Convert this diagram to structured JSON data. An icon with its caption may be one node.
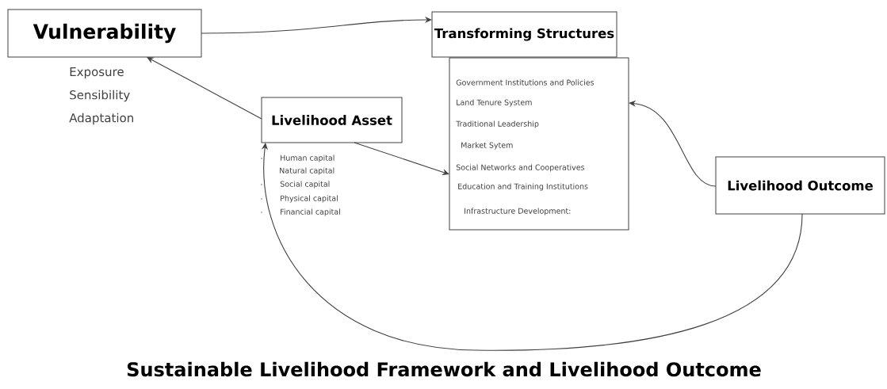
{
  "diagram": {
    "title": "Sustainable Livelihood Framework and Livelihood Outcome",
    "nodes": [
      {
        "text": [
          "Vulnerability"
        ],
        "beside": [
          "Exposure",
          "Sensibility",
          "Adaptation"
        ]
      },
      {
        "text": [
          "Transforming Structures"
        ]
      },
      {
        "text": [
          "Government Institutions and Policies",
          "Land Tenure System",
          "Traditional Leadership",
          "Market Sytem",
          "Social Networks and Cooperatives",
          "Education and Training Institutions",
          "Infrastructure Development:"
        ]
      },
      {
        "text": [
          "Livelihood Asset"
        ],
        "beside": [
          "Human capital",
          "Natural capital",
          "Social capital",
          "Physical capital",
          "Financial capital"
        ]
      },
      {
        "text": [
          "Livelihood Outcome"
        ]
      }
    ],
    "edges": [
      {
        "from": 0,
        "to": 1,
        "arrow": "to"
      },
      {
        "from": 3,
        "to": 0,
        "arrow": "to"
      },
      {
        "from": 3,
        "to": 2,
        "arrow": "to"
      },
      {
        "from": 4,
        "to": 2,
        "arrow": "to"
      },
      {
        "from": 4,
        "to": 3,
        "arrow": "to"
      }
    ]
  }
}
